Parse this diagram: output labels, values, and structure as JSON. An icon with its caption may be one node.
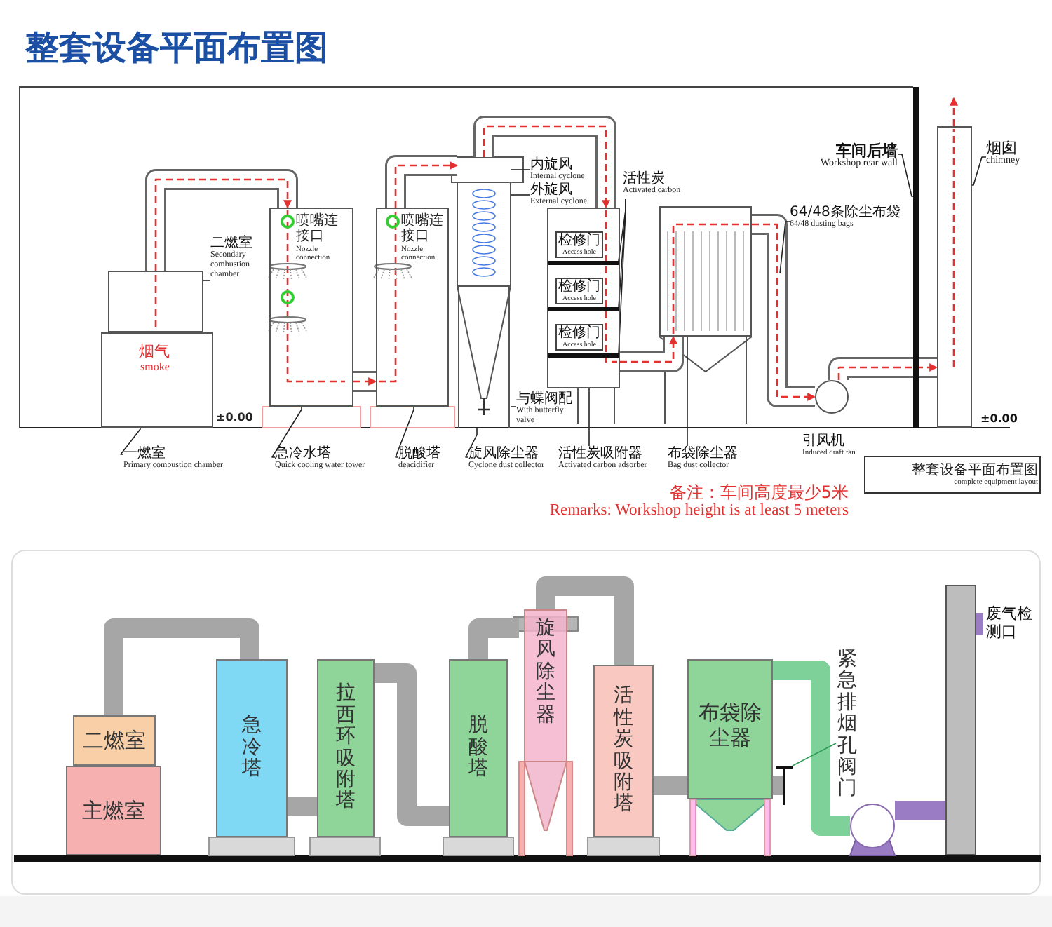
{
  "diagram": {
    "title": "整套设备平面布置图",
    "nodes": [
      {
        "text": [],
        "shape": "box"
      },
      {
        "text": [],
        "shape": "box"
      },
      {
        "text": [],
        "shape": "box"
      },
      {
        "text": [],
        "shape": "box"
      },
      {
        "text": [],
        "shape": "cylinder"
      },
      {
        "text": [],
        "shape": "box"
      },
      {
        "text": [
          "检修门",
          "Access hole"
        ],
        "in": 5
      },
      {
        "text": [
          "检修门",
          "Access hole"
        ],
        "in": 5
      },
      {
        "text": [
          "检修门",
          "Access hole"
        ],
        "in": 5
      },
      {
        "text": [],
        "shape": "bar",
        "in": 5
      },
      {
        "text": [],
        "shape": "bar",
        "in": 5
      },
      {
        "text": [],
        "shape": "bar",
        "in": 5
      },
      {
        "text": [],
        "shape": "box"
      },
      {
        "text": [],
        "shape": "circle",
        "beside": [
          "引风机",
          "Induced draft fan"
        ]
      },
      {
        "text": [],
        "shape": "bar"
      },
      {
        "text": [],
        "shape": "box",
        "beside": [
          "±0.00"
        ]
      },
      {
        "text": [
          "二燃室",
          "Secondary combustion chamber"
        ]
      },
      {
        "text": [
          "一燃室",
          "Primary combustion chamber"
        ]
      },
      {
        "text": [
          "急冷水塔",
          "Quick cooling water tower"
        ]
      },
      {
        "text": [
          "脱酸塔",
          "deacidifier"
        ]
      },
      {
        "text": [
          "内旋风",
          "Internal cyclone"
        ]
      },
      {
        "text": [
          "外旋风",
          "External cyclone"
        ]
      },
      {
        "text": [
          "旋风除尘器",
          "Cyclone dust collector"
        ]
      },
      {
        "text": [
          "与蝶阀配",
          "With butterfly valve"
        ]
      },
      {
        "text": [
          "活性炭",
          "Activated carbon"
        ]
      },
      {
        "text": [
          "活性炭吸附器",
          "Activated carbon adsorber"
        ]
      },
      {
        "text": [
          "布袋除尘器",
          "Bag dust collector"
        ]
      },
      {
        "text": [
          "64/48条除尘布袋",
          "64/48 dusting bags"
        ]
      },
      {
        "text": [
          "车间后墙",
          "Workshop rear wall"
        ]
      },
      {
        "text": [
          "烟囱",
          "chimney"
        ]
      },
      {
        "text": [
          "二燃室"
        ]
      },
      {
        "text": [
          "主燃室"
        ]
      },
      {
        "text": [
          "急冷塔"
        ]
      },
      {
        "text": [
          "拉西环吸附塔"
        ]
      },
      {
        "text": [
          "脱酸塔"
        ]
      },
      {
        "text": [
          "旋风除尘器"
        ]
      },
      {
        "text": [
          "活性炭吸附塔"
        ]
      },
      {
        "text": [
          "布袋除尘器"
        ]
      },
      {
        "text": [],
        "shape": "circle"
      },
      {
        "text": [],
        "shape": "box",
        "beside": [
          "废气检测口"
        ]
      },
      {
        "text": [
          "紧急排烟孔阀门"
        ]
      },
      {
        "text": [],
        "shape": "valve"
      }
    ],
    "edges": [
      {
        "from": 1,
        "to": 2,
        "arrow": "to",
        "style": "dashed",
        "color": "#e53030"
      },
      {
        "from": 2,
        "to": 3,
        "arrow": "to",
        "style": "dashed",
        "color": "#e53030"
      },
      {
        "from": 3,
        "to": 4,
        "arrow": "to",
        "style": "dashed",
        "color": "#e53030"
      },
      {
        "from": 4,
        "to": 5,
        "arrow": "to",
        "style": "dashed",
        "color": "#e53030"
      },
      {
        "from": 5,
        "to": 12,
        "arrow": "to",
        "style": "dashed",
        "color": "#e53030"
      },
      {
        "from": 12,
        "to": 13,
        "arrow": "to",
        "style": "dashed",
        "color": "#e53030"
      },
      {
        "from": 13,
        "to": 15,
        "arrow": "to",
        "style": "dashed",
        "color": "#e53030"
      },
      {
        "from": 15,
        "to": null,
        "arrow": "to",
        "style": "dashed",
        "color": "#e53030"
      },
      {
        "from": 16,
        "to": 1,
        "arrow": "none"
      },
      {
        "from": 17,
        "to": 0,
        "arrow": "none"
      },
      {
        "from": 18,
        "to": 2,
        "arrow": "none"
      },
      {
        "from": 19,
        "to": 3,
        "arrow": "none"
      },
      {
        "from": 20,
        "to": 4,
        "arrow": "none"
      },
      {
        "from": 21,
        "to": 4,
        "arrow": "none"
      },
      {
        "from": 22,
        "to": 4,
        "arrow": "none"
      },
      {
        "from": 23,
        "to": 4,
        "arrow": "none"
      },
      {
        "from": 24,
        "to": 9,
        "arrow": "none"
      },
      {
        "from": 24,
        "to": 10,
        "arrow": "none"
      },
      {
        "from": 24,
        "to": 11,
        "arrow": "none"
      },
      {
        "from": 25,
        "to": 5,
        "arrow": "none"
      },
      {
        "from": 26,
        "to": 12,
        "arrow": "none"
      },
      {
        "from": 27,
        "to": null,
        "arrow": "none"
      },
      {
        "from": 28,
        "to": 14,
        "arrow": "none"
      },
      {
        "from": 29,
        "to": 15,
        "arrow": "none"
      },
      {
        "from": 30,
        "to": 32,
        "arrow": "none",
        "style": "thick",
        "color": "#a6a6a6"
      },
      {
        "from": 32,
        "to": 33,
        "arrow": "none",
        "style": "thick",
        "color": "#a6a6a6"
      },
      {
        "from": 33,
        "to": 34,
        "arrow": "none",
        "style": "thick",
        "color": "#a6a6a6"
      },
      {
        "from": 34,
        "to": 35,
        "arrow": "none",
        "style": "thick",
        "color": "#a6a6a6"
      },
      {
        "from": 35,
        "to": 36,
        "arrow": "none",
        "style": "thick",
        "color": "#a6a6a6"
      },
      {
        "from": 36,
        "to": 37,
        "arrow": "none",
        "style": "thick",
        "color": "#a6a6a6"
      },
      {
        "from": 37,
        "to": 38,
        "arrow": "none",
        "style": "thick",
        "color": "#7fd19a"
      },
      {
        "from": 38,
        "to": 39,
        "arrow": "none",
        "style": "thick",
        "color": "#9a7cc4"
      },
      {
        "from": 40,
        "to": 41,
        "arrow": "none",
        "color": "#2e9b57"
      },
      {
        "from": 37,
        "to": 41,
        "arrow": "none",
        "style": "thick",
        "color": "#a6a6a6"
      },
      {
        "from": 1,
        "to": 2,
        "arrow": "none",
        "style": "thick",
        "color": "#666666"
      },
      {
        "from": 2,
        "to": 3,
        "arrow": "none",
        "style": "thick",
        "color": "#666666"
      },
      {
        "from": 3,
        "to": 4,
        "arrow": "none",
        "style": "thick",
        "color": "#666666"
      },
      {
        "from": 4,
        "to": 5,
        "arrow": "none",
        "style": "thick",
        "color": "#666666"
      },
      {
        "from": 5,
        "to": 12,
        "arrow": "none",
        "style": "thick",
        "color": "#666666"
      },
      {
        "from": 12,
        "to": 13,
        "arrow": "none",
        "style": "thick",
        "color": "#666666"
      },
      {
        "from": 13,
        "to": 15,
        "arrow": "none",
        "style": "thick",
        "color": "#666666"
      }
    ],
    "labels": [
      "烟气",
      "smoke",
      "喷嘴连接口",
      "Nozzle connection",
      "喷嘴连接口",
      "Nozzle connection",
      "±0.00",
      "备注：车间高度最少5米",
      "Remarks: Workshop height is at least 5 meters",
      "整套设备平面布置图",
      "complete equipment layout"
    ]
  }
}
